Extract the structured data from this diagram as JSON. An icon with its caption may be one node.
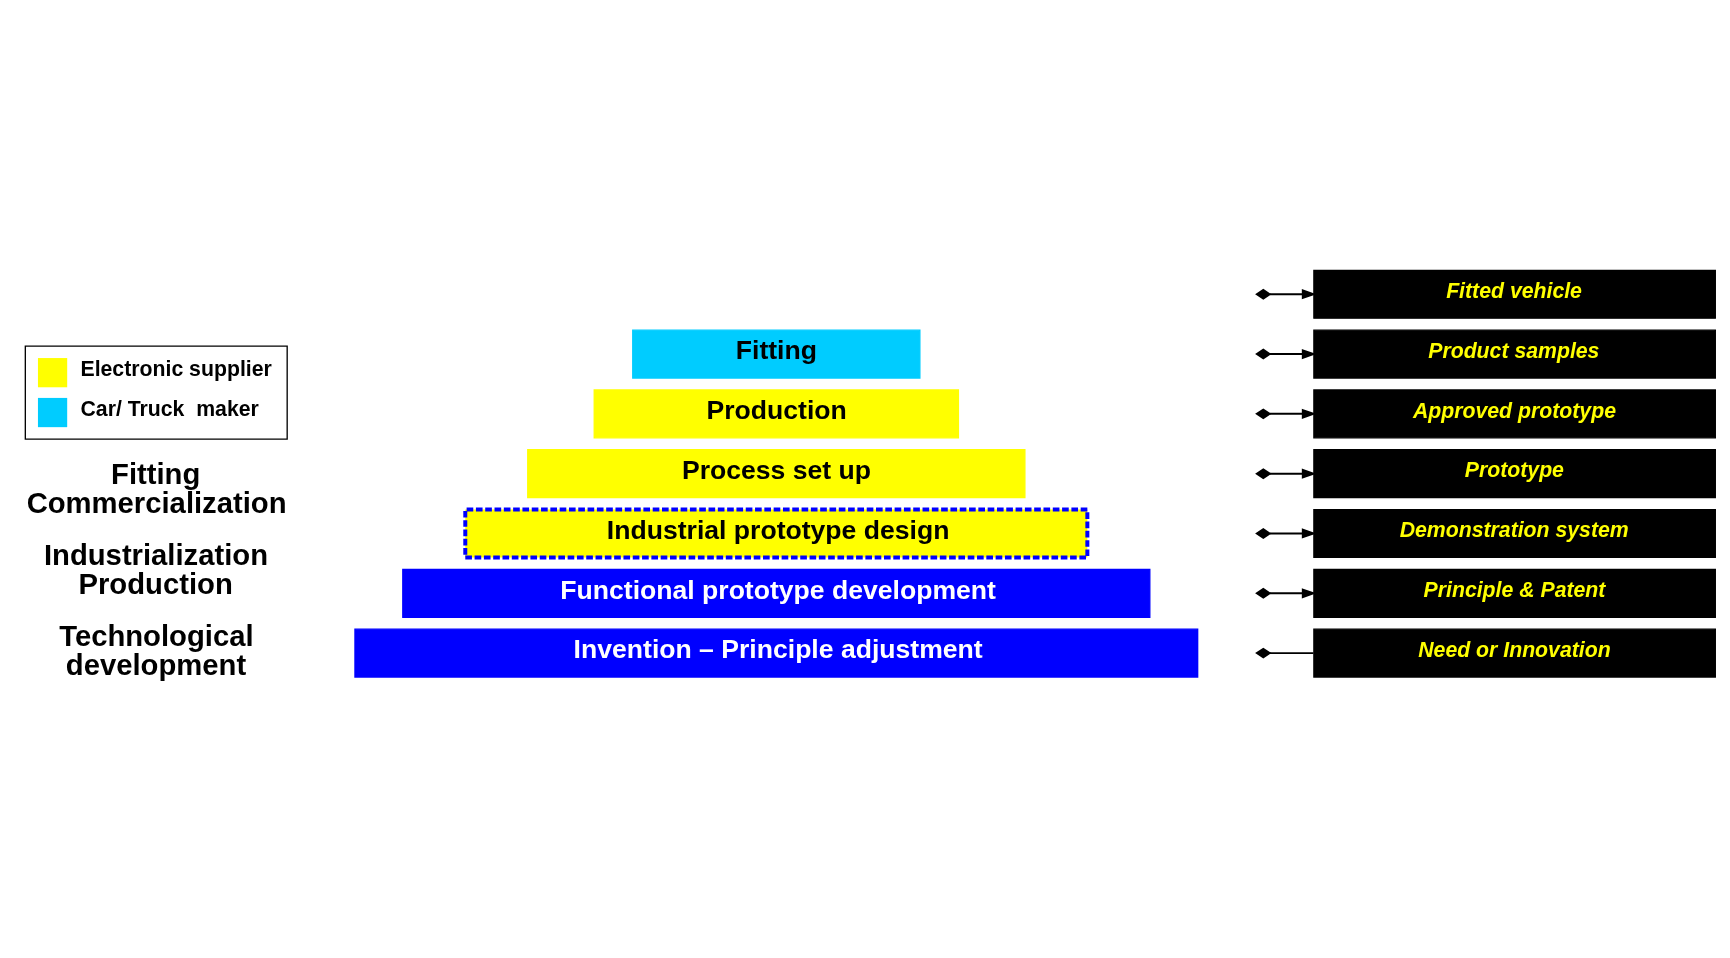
{
  "diagram": {
    "nodes": [
      {
        "text": [
          "Need or Innovation"
        ]
      },
      {
        "text": [
          "Invention – Principle adjustment"
        ]
      },
      {
        "text": [
          "Principle & Patent"
        ]
      },
      {
        "text": [
          "Functional prototype development"
        ]
      },
      {
        "text": [
          "Demonstration system"
        ]
      },
      {
        "text": [
          "Industrial prototype design"
        ]
      },
      {
        "text": [
          "Prototype"
        ]
      },
      {
        "text": [
          "Process set up"
        ]
      },
      {
        "text": [
          "Approved prototype"
        ]
      },
      {
        "text": [
          "Production"
        ]
      },
      {
        "text": [
          "Product samples"
        ]
      },
      {
        "text": [
          "Fitting"
        ]
      },
      {
        "text": [
          "Fitted vehicle"
        ]
      }
    ],
    "edges": [
      {
        "from": null,
        "to": 0,
        "arrow": "other"
      },
      {
        "from": null,
        "to": 2,
        "arrow": "to"
      },
      {
        "from": null,
        "to": 4,
        "arrow": "to"
      },
      {
        "from": null,
        "to": 6,
        "arrow": "to"
      },
      {
        "from": null,
        "to": 8,
        "arrow": "to"
      },
      {
        "from": null,
        "to": 10,
        "arrow": "to"
      },
      {
        "from": null,
        "to": 12,
        "arrow": "to"
      }
    ],
    "labels": [
      "Technological development",
      "Industrialization Production",
      "Fitting Commercialization"
    ],
    "legend": [
      {
        "text": "Electronic supplier",
        "color": "#ffff00"
      },
      {
        "text": "Car/ Truck  maker",
        "color": "#00ccff"
      }
    ]
  }
}
